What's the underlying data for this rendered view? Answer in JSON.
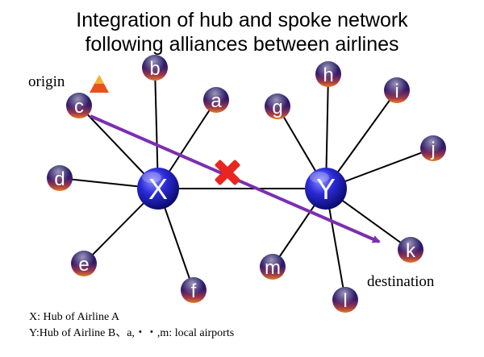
{
  "title": {
    "line1": "Integration of hub and spoke network",
    "line2": "following alliances between airlines"
  },
  "hubs": [
    {
      "id": "X",
      "label": "X"
    },
    {
      "id": "Y",
      "label": "Y"
    }
  ],
  "spokes_x": [
    "b",
    "a",
    "c",
    "d",
    "e",
    "f"
  ],
  "spokes_y": [
    "h",
    "i",
    "g",
    "j",
    "k",
    "l",
    "m"
  ],
  "labels": {
    "origin": "origin",
    "destination": "destination"
  },
  "legend": {
    "line1": "X: Hub of Airline A",
    "line2": "Y:Hub of Airline B、a,・・,m: local airports"
  },
  "colors": {
    "hub": "#1a1aa8",
    "spoke_top": "#1a1a7a",
    "spoke_bottom": "#d4531a",
    "route_arrow": "#7b2fb0",
    "cross": "#e8251f",
    "origin_marker": "#e8501c",
    "edge": "#000000"
  }
}
